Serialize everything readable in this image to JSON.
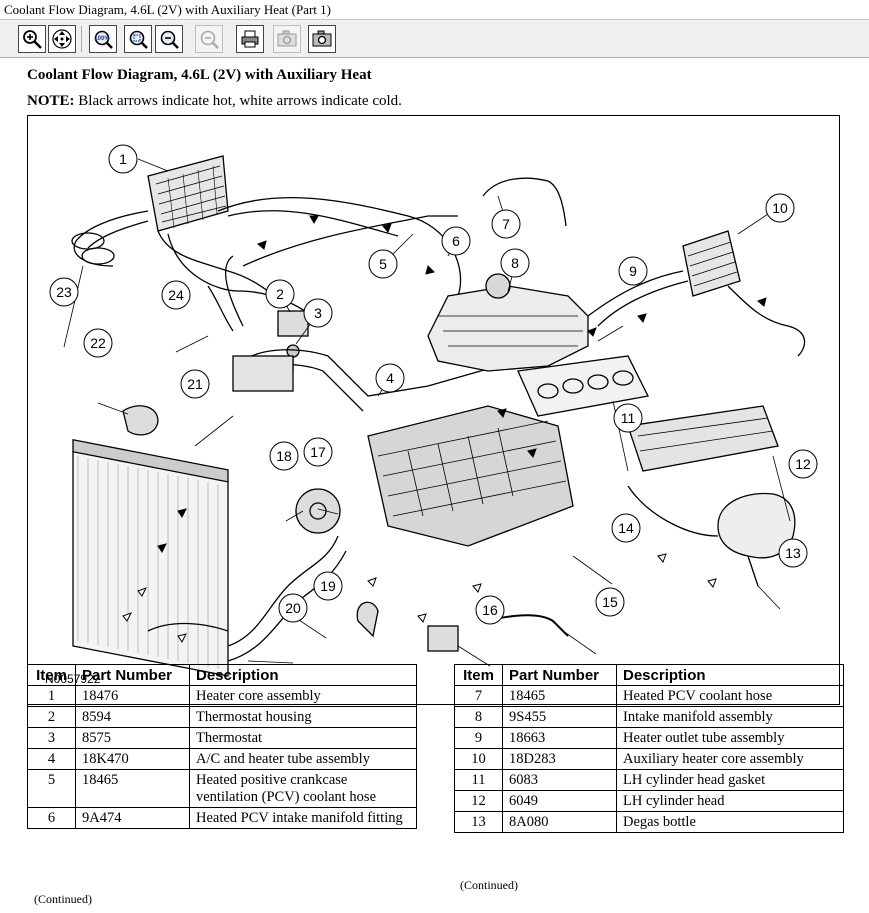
{
  "window": {
    "title": "Coolant Flow Diagram, 4.6L (2V) with Auxiliary Heat (Part 1)"
  },
  "toolbar": {
    "buttons": [
      {
        "icon": "zoom-in-icon",
        "enabled": true
      },
      {
        "icon": "pan-icon",
        "enabled": true
      },
      {
        "icon": "zoom-100-icon",
        "enabled": true
      },
      {
        "icon": "zoom-fit-icon",
        "enabled": true
      },
      {
        "icon": "zoom-out-icon",
        "enabled": true
      },
      {
        "icon": "zoom-previous-icon",
        "enabled": false
      },
      {
        "icon": "print-icon",
        "enabled": true
      },
      {
        "icon": "copy-image-icon",
        "enabled": false
      },
      {
        "icon": "save-image-icon",
        "enabled": true
      }
    ]
  },
  "doc": {
    "heading": "Coolant Flow Diagram, 4.6L (2V) with Auxiliary Heat",
    "note_label": "NOTE:",
    "note_text": " Black arrows indicate hot, white arrows indicate cold.",
    "figure_code": "N0057922",
    "callouts": [
      "1",
      "2",
      "3",
      "4",
      "5",
      "6",
      "7",
      "8",
      "9",
      "10",
      "11",
      "12",
      "13",
      "14",
      "15",
      "16",
      "17",
      "18",
      "19",
      "20",
      "21",
      "22",
      "23",
      "24"
    ]
  },
  "table_headers": {
    "item": "Item",
    "part": "Part Number",
    "desc": "Description"
  },
  "table_left": [
    {
      "item": "1",
      "part": "18476",
      "desc": "Heater core assembly"
    },
    {
      "item": "2",
      "part": "8594",
      "desc": "Thermostat housing"
    },
    {
      "item": "3",
      "part": "8575",
      "desc": "Thermostat"
    },
    {
      "item": "4",
      "part": "18K470",
      "desc": "A/C and heater tube assembly"
    },
    {
      "item": "5",
      "part": "18465",
      "desc": "Heated positive crankcase ventilation (PCV) coolant hose"
    },
    {
      "item": "6",
      "part": "9A474",
      "desc": "Heated PCV intake manifold fitting"
    }
  ],
  "table_right": [
    {
      "item": "7",
      "part": "18465",
      "desc": "Heated PCV coolant hose"
    },
    {
      "item": "8",
      "part": "9S455",
      "desc": "Intake manifold assembly"
    },
    {
      "item": "9",
      "part": "18663",
      "desc": "Heater outlet tube assembly"
    },
    {
      "item": "10",
      "part": "18D283",
      "desc": "Auxiliary heater core assembly"
    },
    {
      "item": "11",
      "part": "6083",
      "desc": "LH cylinder head gasket"
    },
    {
      "item": "12",
      "part": "6049",
      "desc": "LH cylinder head"
    },
    {
      "item": "13",
      "part": "8A080",
      "desc": "Degas bottle"
    }
  ],
  "continued": "(Continued)"
}
